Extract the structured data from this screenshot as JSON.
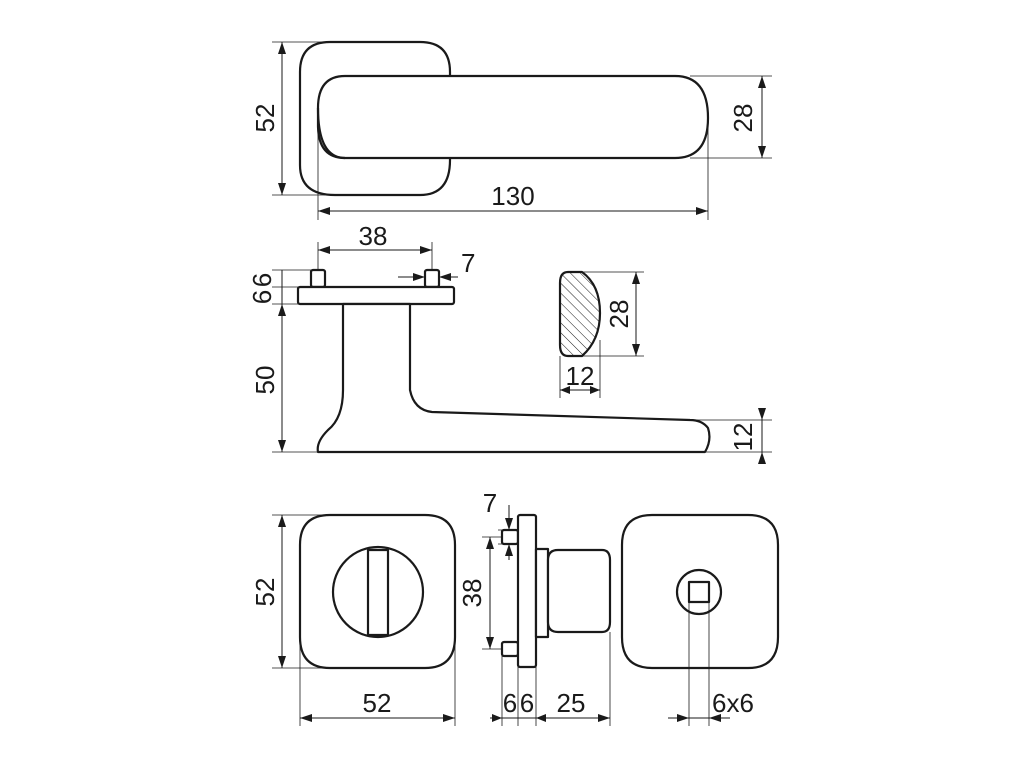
{
  "dimensions": {
    "top_rose_height": "52",
    "lever_height": "28",
    "lever_length": "130",
    "pin_spacing": "38",
    "pin_width": "7",
    "pin_height_a": "6",
    "pin_height_b": "6",
    "stem_height": "50",
    "section_height": "28",
    "section_width": "12",
    "lever_tip_thickness": "12",
    "escutcheon_height": "52",
    "escutcheon_width": "52",
    "side_pin_width": "7",
    "side_pin_spacing": "38",
    "side_plate_a": "6",
    "side_plate_b": "6",
    "side_knob_length": "25",
    "spindle_square": "6x6"
  },
  "colors": {
    "line": "#1a1a1a",
    "background": "#ffffff"
  }
}
